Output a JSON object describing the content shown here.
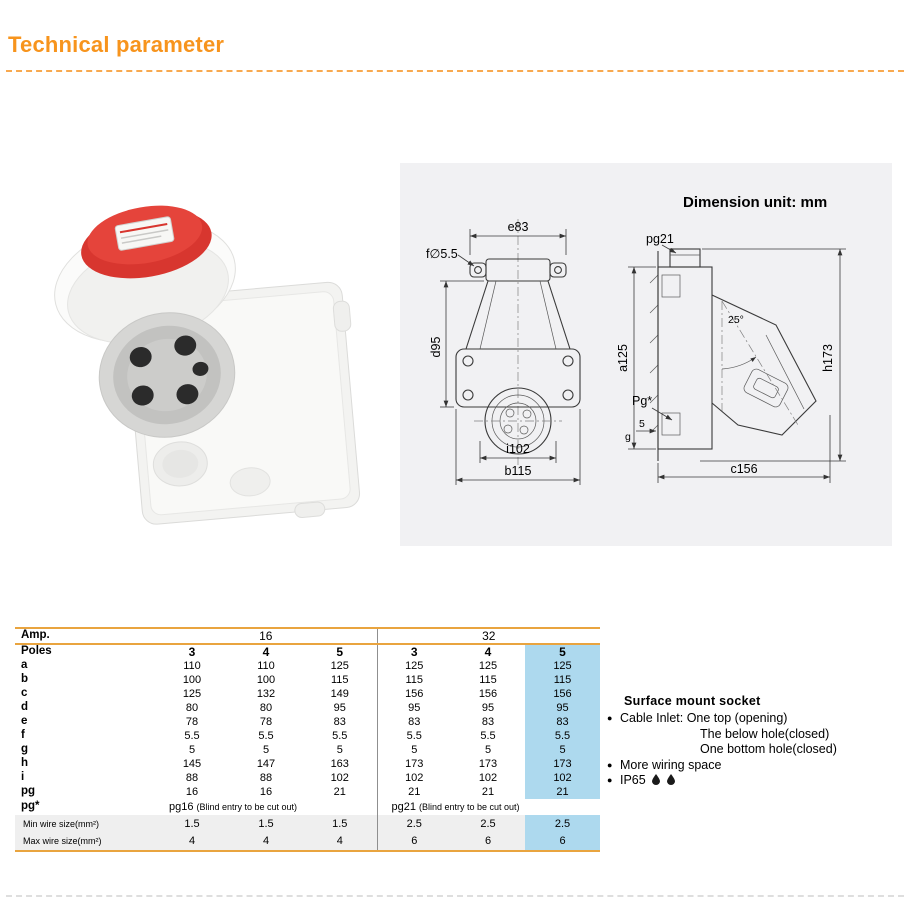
{
  "page": {
    "title": "Technical parameter"
  },
  "drawing": {
    "unit_label": "Dimension unit:  mm",
    "labels": {
      "e": "e83",
      "f": "f∅5.5",
      "pg": "pg21",
      "a": "a125",
      "d": "d95",
      "h": "h173",
      "i": "i102",
      "b": "b115",
      "pg_star": "Pg*",
      "g": "g",
      "g_val": "5",
      "c": "c156",
      "angle": "25°"
    }
  },
  "table": {
    "amp_label": "Amp.",
    "amp_values": [
      "16",
      "32"
    ],
    "poles_label": "Poles",
    "poles": [
      "3",
      "4",
      "5",
      "3",
      "4",
      "5"
    ],
    "rows": [
      {
        "label": "a",
        "values": [
          "110",
          "110",
          "125",
          "125",
          "125",
          "125"
        ]
      },
      {
        "label": "b",
        "values": [
          "100",
          "100",
          "115",
          "115",
          "115",
          "115"
        ]
      },
      {
        "label": "c",
        "values": [
          "125",
          "132",
          "149",
          "156",
          "156",
          "156"
        ]
      },
      {
        "label": "d",
        "values": [
          "80",
          "80",
          "95",
          "95",
          "95",
          "95"
        ]
      },
      {
        "label": "e",
        "values": [
          "78",
          "78",
          "83",
          "83",
          "83",
          "83"
        ]
      },
      {
        "label": "f",
        "values": [
          "5.5",
          "5.5",
          "5.5",
          "5.5",
          "5.5",
          "5.5"
        ]
      },
      {
        "label": "g",
        "values": [
          "5",
          "5",
          "5",
          "5",
          "5",
          "5"
        ]
      },
      {
        "label": "h",
        "values": [
          "145",
          "147",
          "163",
          "173",
          "173",
          "173"
        ]
      },
      {
        "label": "i",
        "values": [
          "88",
          "88",
          "102",
          "102",
          "102",
          "102"
        ]
      },
      {
        "label": "pg",
        "values": [
          "16",
          "16",
          "21",
          "21",
          "21",
          "21"
        ]
      }
    ],
    "pg_star_label": "pg*",
    "pg_star": [
      {
        "prefix": "pg16",
        "note": "(Blind entry to be cut  out)"
      },
      {
        "prefix": "pg21",
        "note": "(Blind entry to be cut  out)"
      }
    ],
    "wire_rows": [
      {
        "label": "Min wire size(mm²)",
        "values": [
          "1.5",
          "1.5",
          "1.5",
          "2.5",
          "2.5",
          "2.5"
        ]
      },
      {
        "label": "Max wire size(mm²)",
        "values": [
          "4",
          "4",
          "4",
          "6",
          "6",
          "6"
        ]
      }
    ]
  },
  "features": {
    "title": "Surface mount socket",
    "items": [
      {
        "bullet": "●",
        "text": "Cable Inlet: One top (opening)"
      },
      {
        "bullet": "",
        "text": "The below hole(closed)"
      },
      {
        "bullet": "",
        "text": "One bottom hole(closed)"
      },
      {
        "bullet": "●",
        "text": "More wiring space"
      },
      {
        "bullet": "●",
        "text": "IP65"
      }
    ]
  }
}
